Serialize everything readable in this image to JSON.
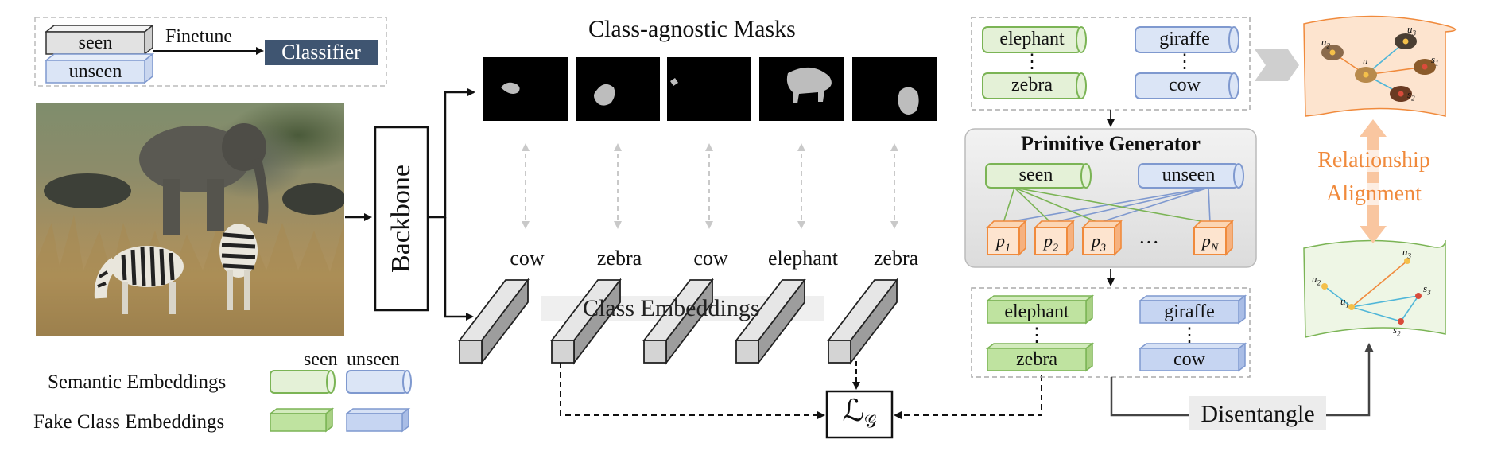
{
  "legend_top": {
    "seen": "seen",
    "unseen": "unseen",
    "finetune": "Finetune",
    "classifier": "Classifier"
  },
  "backbone": "Backbone",
  "masks_title": "Class-agnostic Masks",
  "class_labels": [
    "cow",
    "zebra",
    "cow",
    "elephant",
    "zebra"
  ],
  "class_embeddings": "Class Embeddings",
  "loss": "ℒ",
  "loss_sub": "𝒢",
  "legend_bottom": {
    "seen": "seen",
    "unseen": "unseen",
    "semantic": "Semantic Embeddings",
    "fake": "Fake Class Embeddings"
  },
  "top_embeddings": {
    "seen": [
      "elephant",
      "zebra"
    ],
    "unseen": [
      "giraffe",
      "cow"
    ],
    "dots": "⋮"
  },
  "primitive_generator": {
    "title": "Primitive Generator",
    "seen": "seen",
    "unseen": "unseen",
    "primitives": [
      "p",
      "p",
      "p",
      "p"
    ],
    "primitive_subs": [
      "1",
      "2",
      "3",
      "N"
    ],
    "ellipsis": "···"
  },
  "bottom_embeddings": {
    "seen": [
      "elephant",
      "zebra"
    ],
    "unseen": [
      "giraffe",
      "cow"
    ],
    "dots": "⋮"
  },
  "disentangle": "Disentangle",
  "relationship": [
    "Relationship",
    "Alignment"
  ],
  "graph_top_nodes": [
    "u",
    "u",
    "u",
    "s",
    "s"
  ],
  "graph_top_subs": [
    "2",
    "",
    "3",
    "1",
    "2"
  ],
  "graph_bottom_nodes": [
    "u",
    "u",
    "u",
    "s",
    "s"
  ],
  "graph_bottom_subs": [
    "2",
    "1",
    "3",
    "3",
    "2"
  ],
  "colors": {
    "seen_fill": "#e4f1d7",
    "seen_stroke": "#7bb455",
    "unseen_fill": "#dbe5f6",
    "unseen_stroke": "#7f99cf",
    "classifier_bg": "#3f5571",
    "orange": "#f08a3c",
    "orange_bg": "#fde4cf",
    "green_bg": "#eef6e5",
    "panel_bg": "#e9e9e9"
  }
}
